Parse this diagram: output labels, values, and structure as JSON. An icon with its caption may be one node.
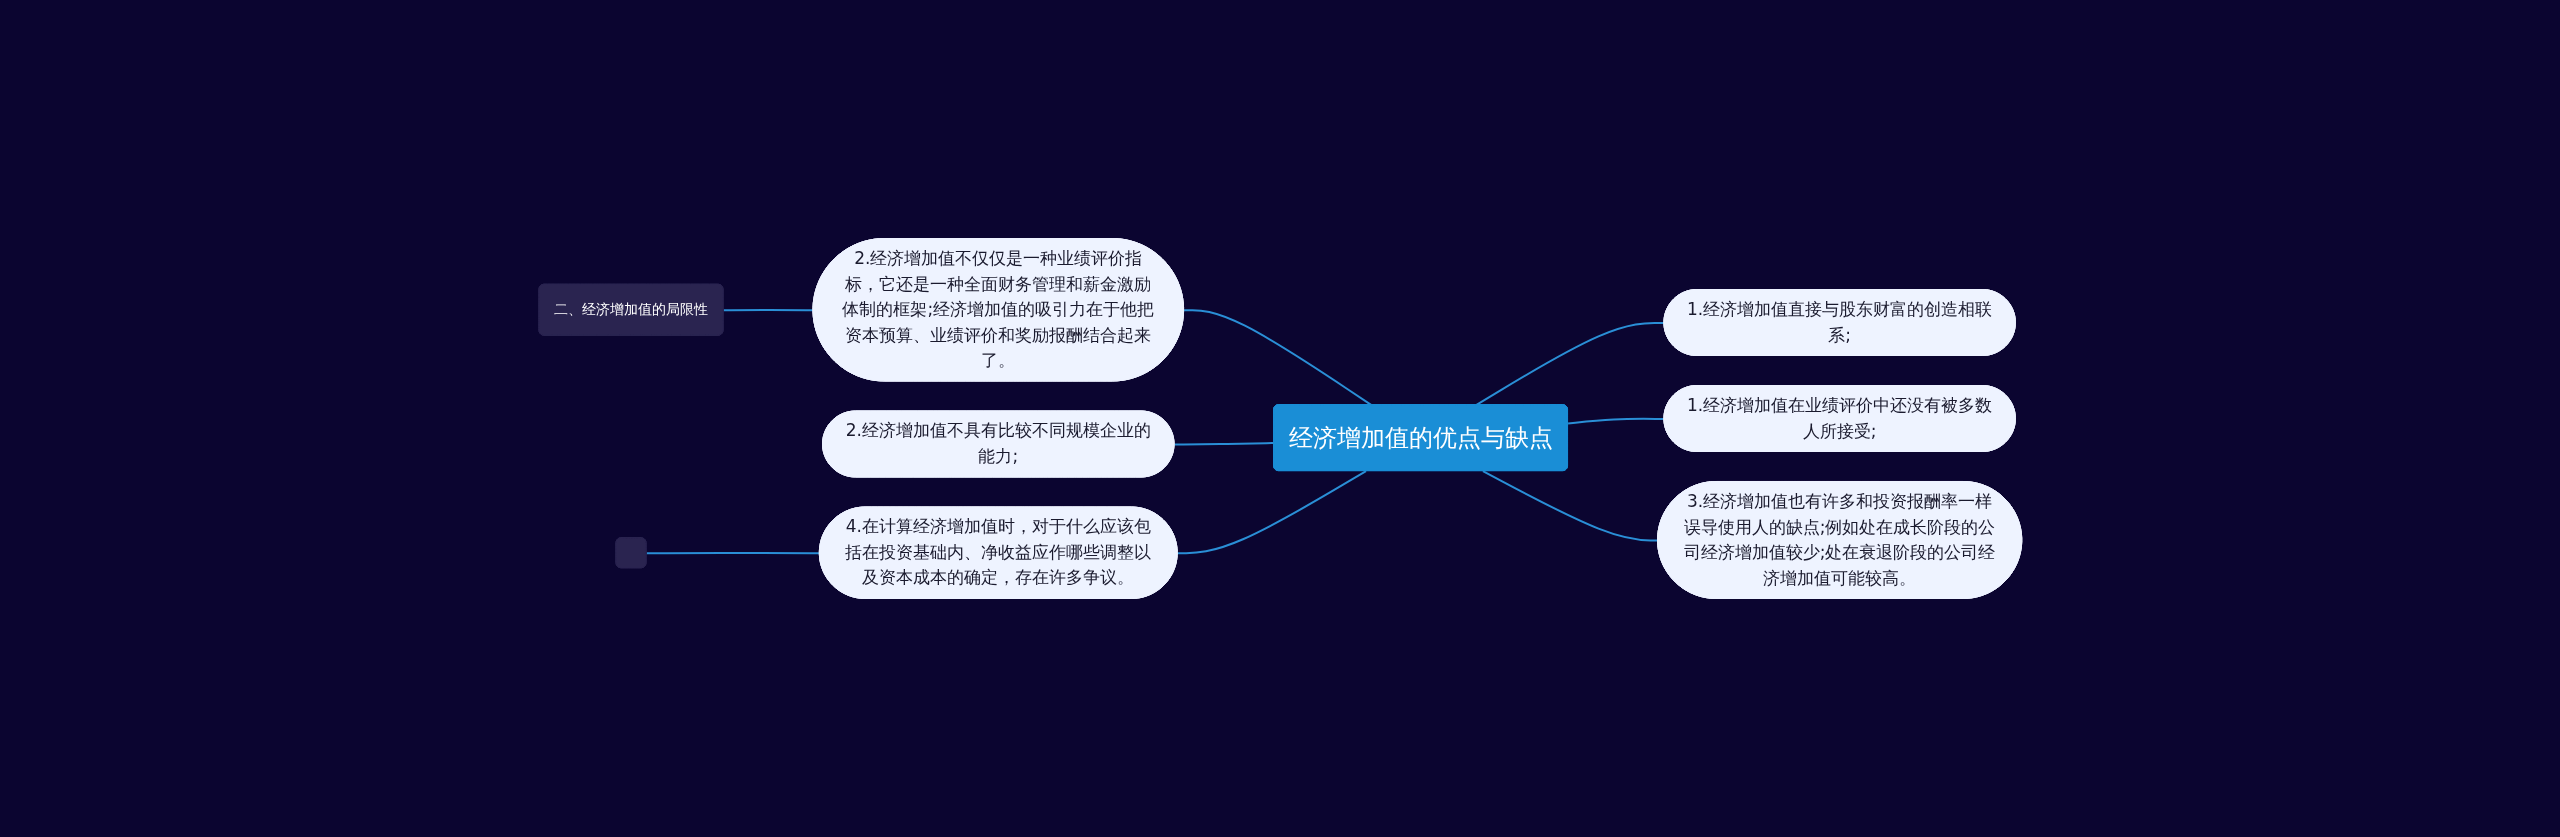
{
  "diagram": {
    "nodes": [
      {
        "text": [
          "经济增加值的优点与缺点"
        ]
      },
      {
        "text": [
          "1.经济增加值直接与股东财富的创造相联系;"
        ]
      },
      {
        "text": [
          "1.经济增加值在业绩评价中还没有被多数人所接受;"
        ]
      },
      {
        "text": [
          "3.经济增加值也有许多和投资报酬率一样误导使用人的缺点;例如处在成长阶段的公司经济增加值较少;处在衰退阶段的公司经济增加值可能较高。"
        ]
      },
      {
        "text": [
          "2.经济增加值不仅仅是一种业绩评价指标，它还是一种全面财务管理和薪金激励体制的框架;经济增加值的吸引力在于他把资本预算、业绩评价和奖励报酬结合起来了。"
        ]
      },
      {
        "text": [
          "二、经济增加值的局限性"
        ]
      },
      {
        "text": [
          "2.经济增加值不具有比较不同规模企业的能力;"
        ]
      },
      {
        "text": [
          "4.在计算经济增加值时，对于什么应该包括在投资基础内、净收益应作哪些调整以及资本成本的确定，存在许多争议。"
        ]
      },
      {
        "text": [],
        "shape": "box"
      }
    ],
    "edges": [
      {
        "from": 0,
        "to": 1,
        "arrow": "none"
      },
      {
        "from": 0,
        "to": 2,
        "arrow": "none"
      },
      {
        "from": 0,
        "to": 3,
        "arrow": "none"
      },
      {
        "from": 0,
        "to": 4,
        "arrow": "none"
      },
      {
        "from": 4,
        "to": 5,
        "arrow": "none"
      },
      {
        "from": 0,
        "to": 6,
        "arrow": "none"
      },
      {
        "from": 0,
        "to": 7,
        "arrow": "none"
      },
      {
        "from": 7,
        "to": 8,
        "arrow": "none"
      }
    ]
  }
}
